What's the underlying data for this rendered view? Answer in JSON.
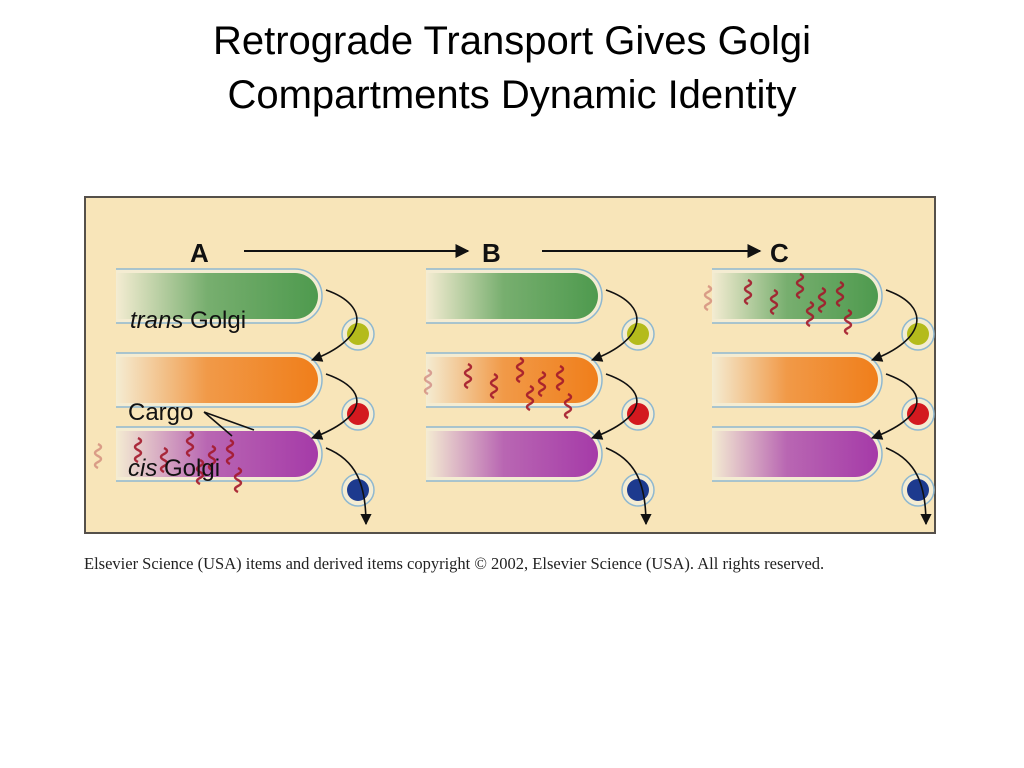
{
  "title": {
    "line1": "Retrograde Transport Gives Golgi",
    "line2": "Compartments Dynamic Identity"
  },
  "figure": {
    "panels": [
      {
        "label": "A",
        "cargo_location": "cis"
      },
      {
        "label": "B",
        "cargo_location": "medial"
      },
      {
        "label": "C",
        "cargo_location": "trans"
      }
    ],
    "labels": {
      "trans_italic": "trans",
      "trans_word": " Golgi",
      "cargo": "Cargo",
      "cis_italic": "cis",
      "cis_word": " Golgi"
    },
    "cisterna_colors": {
      "trans": "#4e9a4e",
      "medial": "#f07e1a",
      "cis": "#a53aa8"
    },
    "vesicle_colors": [
      "#b4bb1c",
      "#d3191f",
      "#1d3a8e"
    ],
    "cargo_color": "#a3182b",
    "background_color": "#f8e5b9"
  },
  "copyright": "Elsevier Science (USA) items and derived items copyright © 2002, Elsevier Science (USA). All rights reserved."
}
